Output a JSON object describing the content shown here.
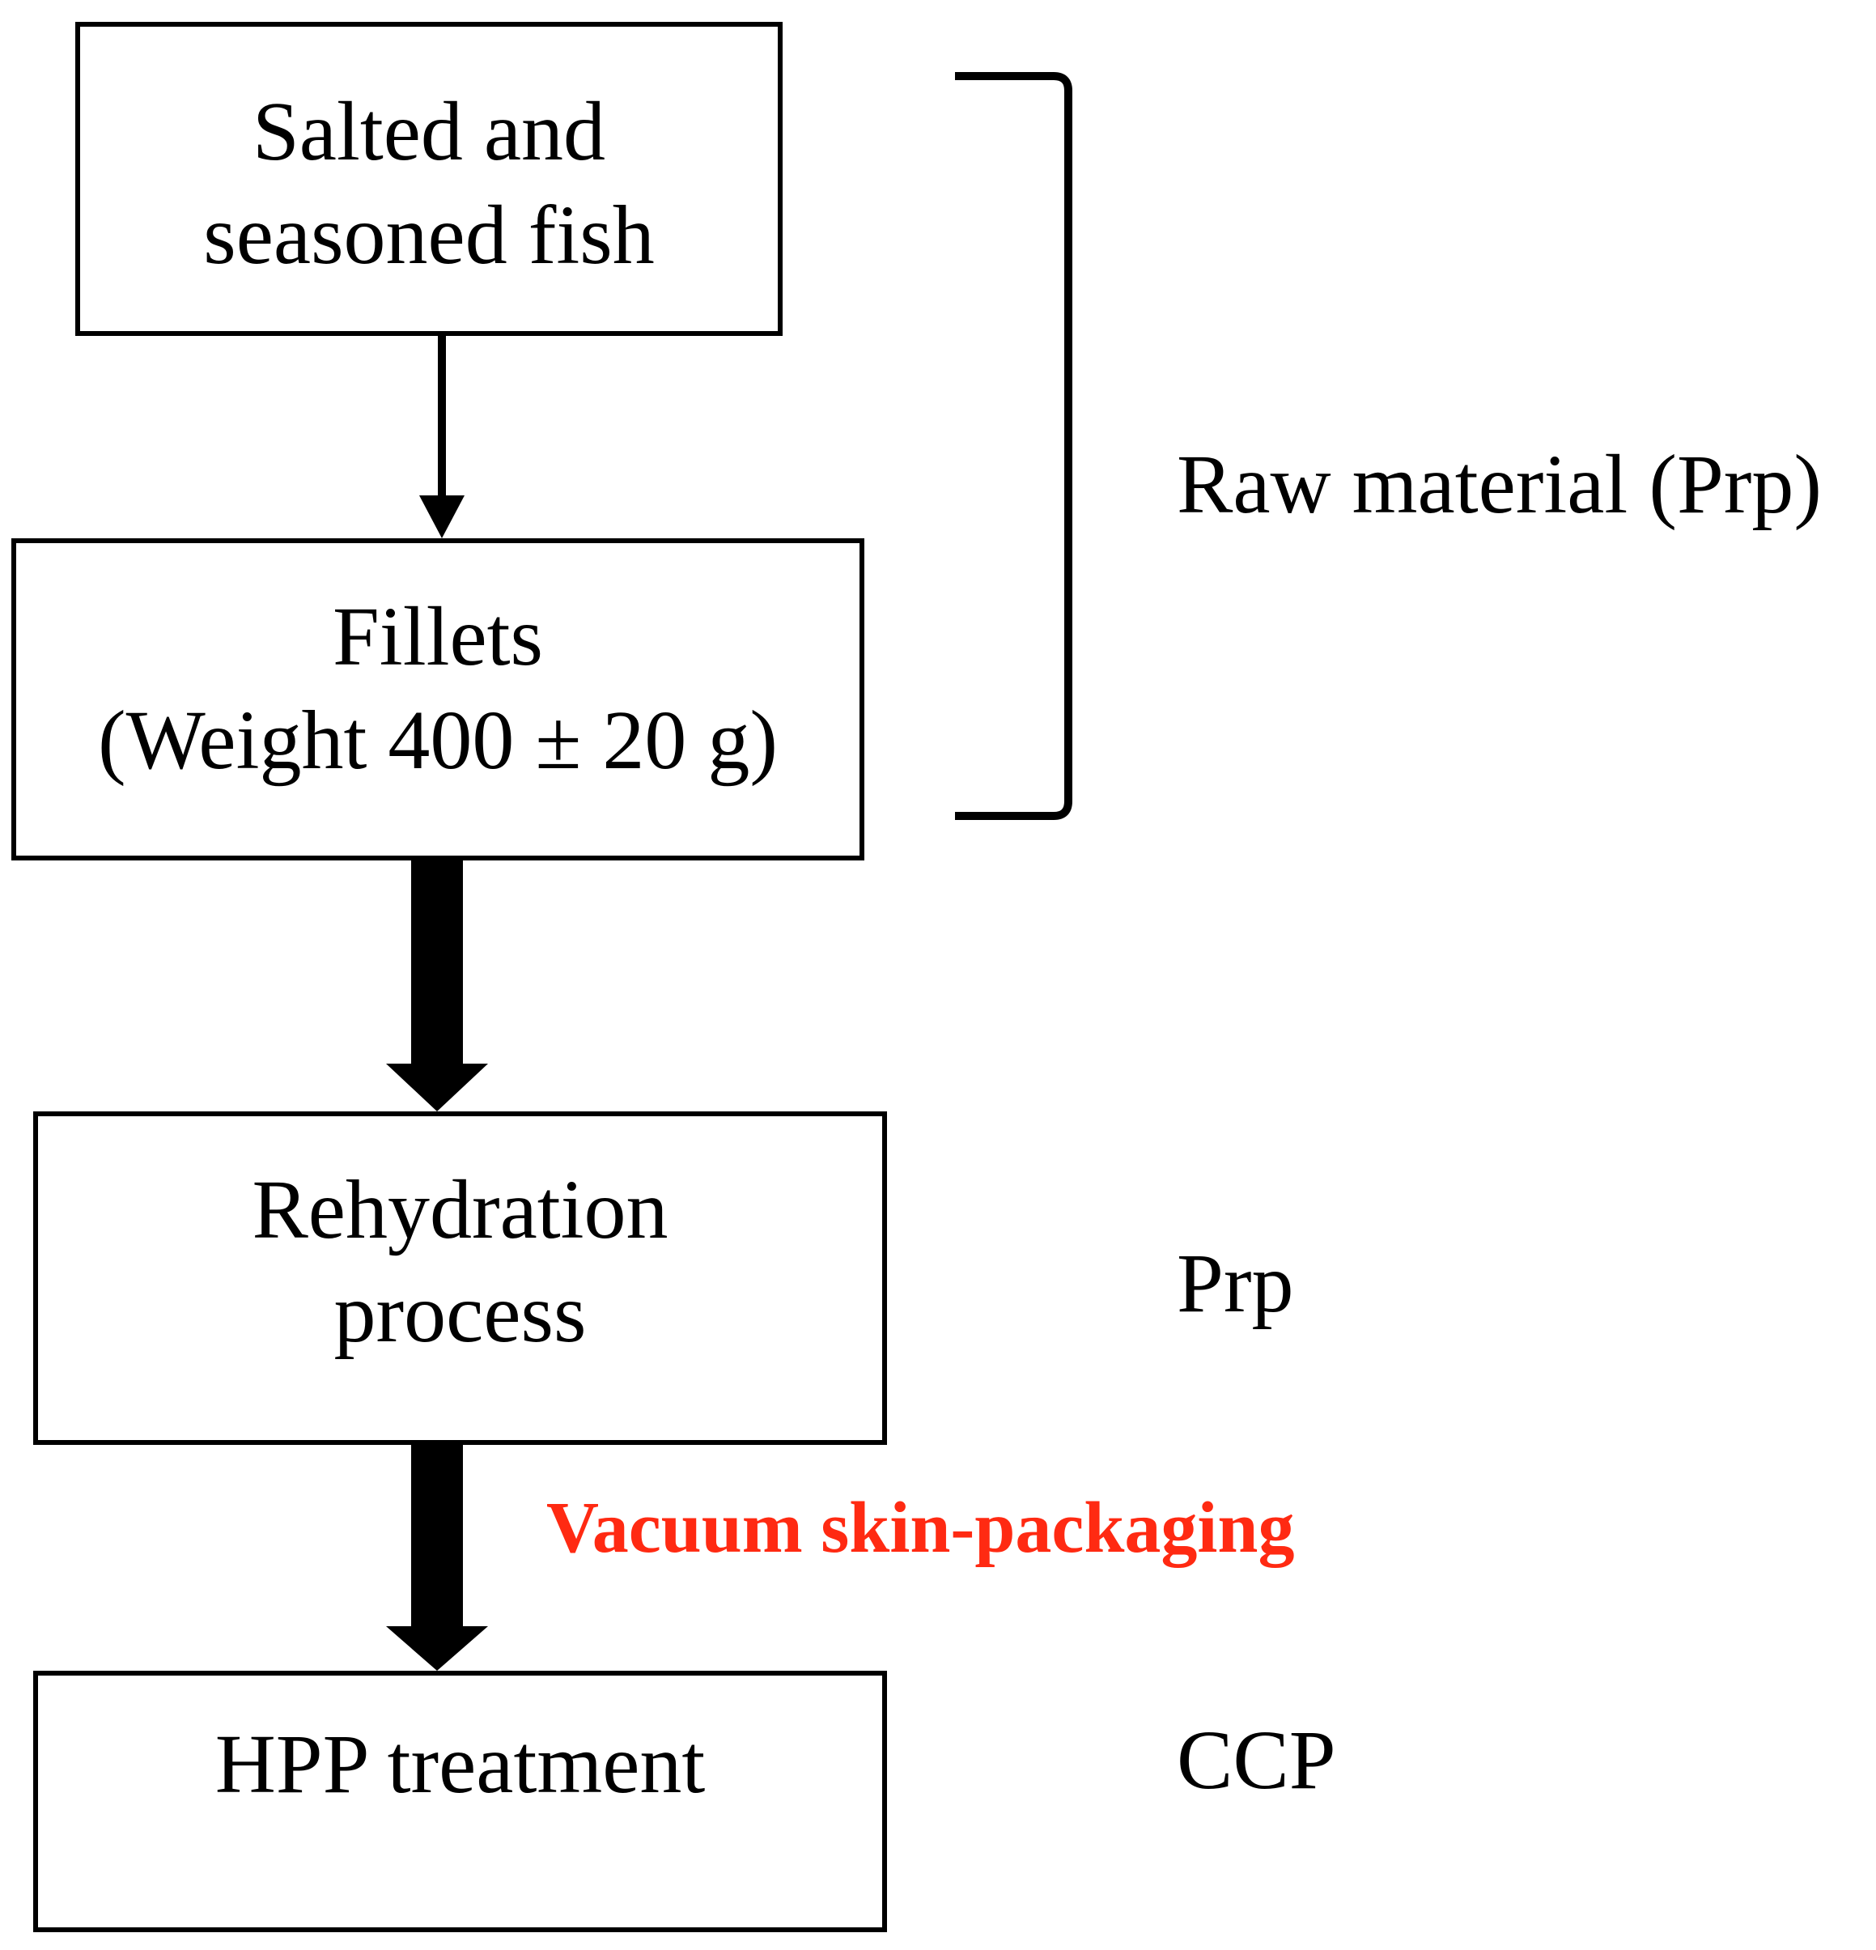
{
  "boxes": {
    "salted": {
      "lines": [
        "Salted and",
        "seasoned fish"
      ]
    },
    "fillets": {
      "lines": [
        "Fillets",
        "(Weight 400 ± 20 g)"
      ]
    },
    "rehydration": {
      "lines": [
        "Rehydration",
        "process"
      ]
    },
    "hpp": {
      "lines": [
        "HPP treatment"
      ]
    }
  },
  "labels": {
    "raw_material": "Raw material (Prp)",
    "prp": "Prp",
    "ccp": "CCP",
    "vacuum": "Vacuum skin-packaging"
  },
  "colors": {
    "line": "#000000",
    "vacuum_label": "#ff2a12",
    "background": "#ffffff"
  }
}
